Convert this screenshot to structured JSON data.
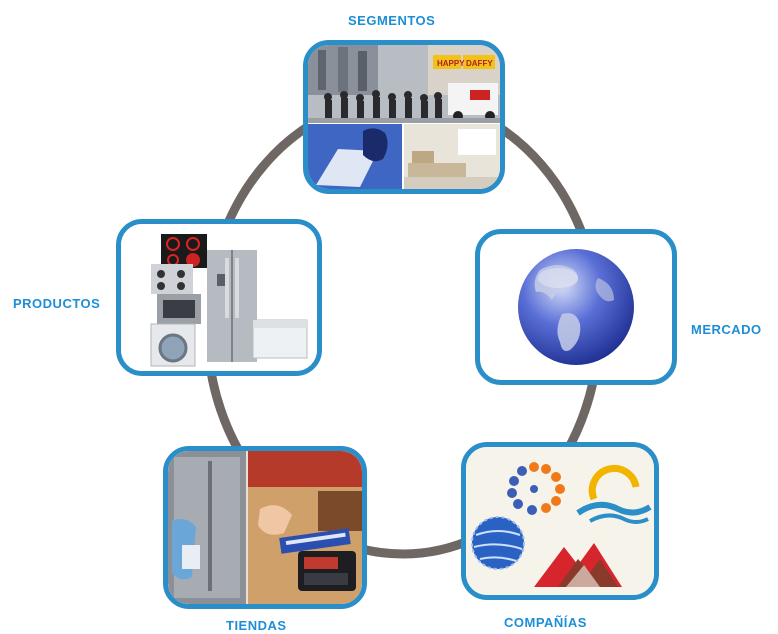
{
  "theme": {
    "accent": "#2a8fc9",
    "ring": "#6e6764",
    "label_color": "#1e8ed6"
  },
  "diagram": {
    "type": "cycle",
    "nodes": [
      {
        "id": "segmentos",
        "label": "SEGMENTOS",
        "image": "street-crowd-and-people-photos"
      },
      {
        "id": "mercado",
        "label": "MERCADO",
        "image": "globe-icon"
      },
      {
        "id": "companias",
        "label": "COMPAÑÍAS",
        "image": "company-logos"
      },
      {
        "id": "tiendas",
        "label": "TIENDAS",
        "image": "store-payment-photo"
      },
      {
        "id": "productos",
        "label": "PRODUCTOS",
        "image": "home-appliances-photo"
      }
    ]
  },
  "street_signs": {
    "left": "HAPPY",
    "right": "DAFFY"
  }
}
